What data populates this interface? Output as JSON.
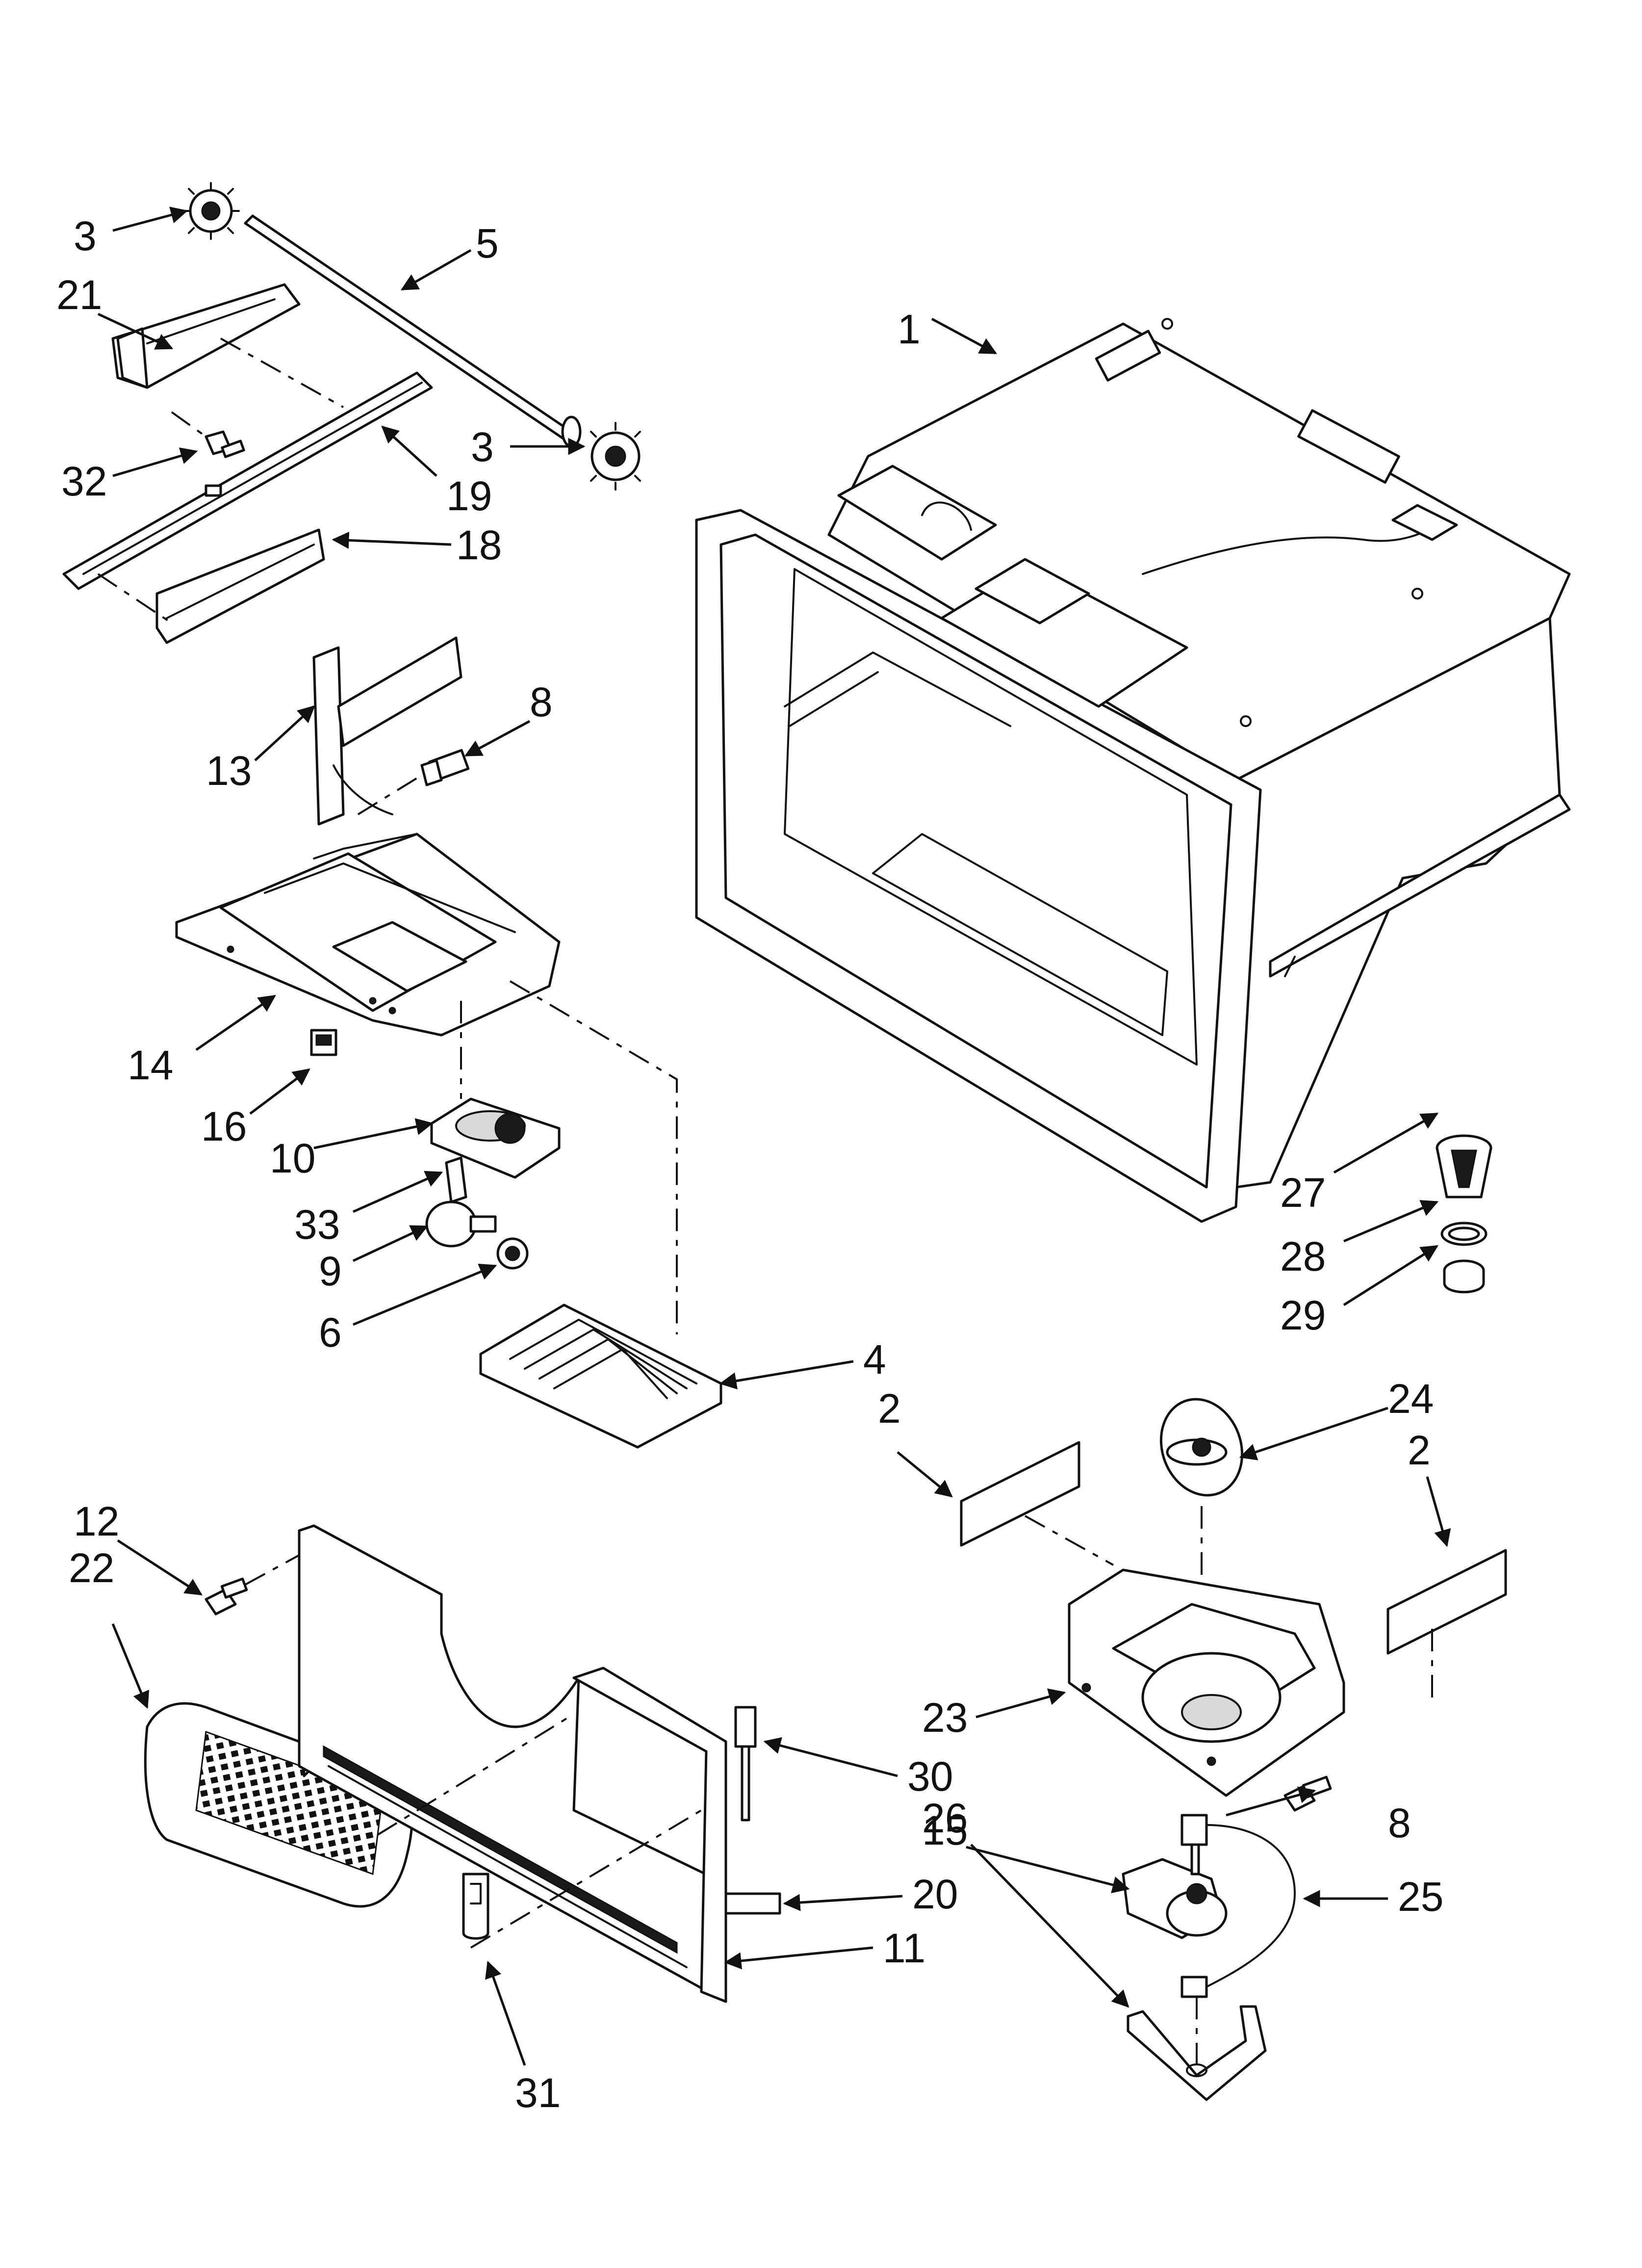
{
  "diagram": {
    "type": "exploded-parts-view",
    "callouts": [
      {
        "id": "c1",
        "label": "1"
      },
      {
        "id": "c2a",
        "label": "2"
      },
      {
        "id": "c2b",
        "label": "2"
      },
      {
        "id": "c3a",
        "label": "3"
      },
      {
        "id": "c3b",
        "label": "3"
      },
      {
        "id": "c4",
        "label": "4"
      },
      {
        "id": "c5",
        "label": "5"
      },
      {
        "id": "c6",
        "label": "6"
      },
      {
        "id": "c8a",
        "label": "8"
      },
      {
        "id": "c8b",
        "label": "8"
      },
      {
        "id": "c9",
        "label": "9"
      },
      {
        "id": "c10",
        "label": "10"
      },
      {
        "id": "c11",
        "label": "11"
      },
      {
        "id": "c12",
        "label": "12"
      },
      {
        "id": "c13",
        "label": "13"
      },
      {
        "id": "c14",
        "label": "14"
      },
      {
        "id": "c15",
        "label": "15"
      },
      {
        "id": "c16",
        "label": "16"
      },
      {
        "id": "c18",
        "label": "18"
      },
      {
        "id": "c19",
        "label": "19"
      },
      {
        "id": "c20",
        "label": "20"
      },
      {
        "id": "c21",
        "label": "21"
      },
      {
        "id": "c22",
        "label": "22"
      },
      {
        "id": "c23",
        "label": "23"
      },
      {
        "id": "c24",
        "label": "24"
      },
      {
        "id": "c25",
        "label": "25"
      },
      {
        "id": "c26",
        "label": "26"
      },
      {
        "id": "c27",
        "label": "27"
      },
      {
        "id": "c28",
        "label": "28"
      },
      {
        "id": "c29",
        "label": "29"
      },
      {
        "id": "c30",
        "label": "30"
      },
      {
        "id": "c31",
        "label": "31"
      },
      {
        "id": "c32",
        "label": "32"
      },
      {
        "id": "c33",
        "label": "33"
      }
    ]
  }
}
